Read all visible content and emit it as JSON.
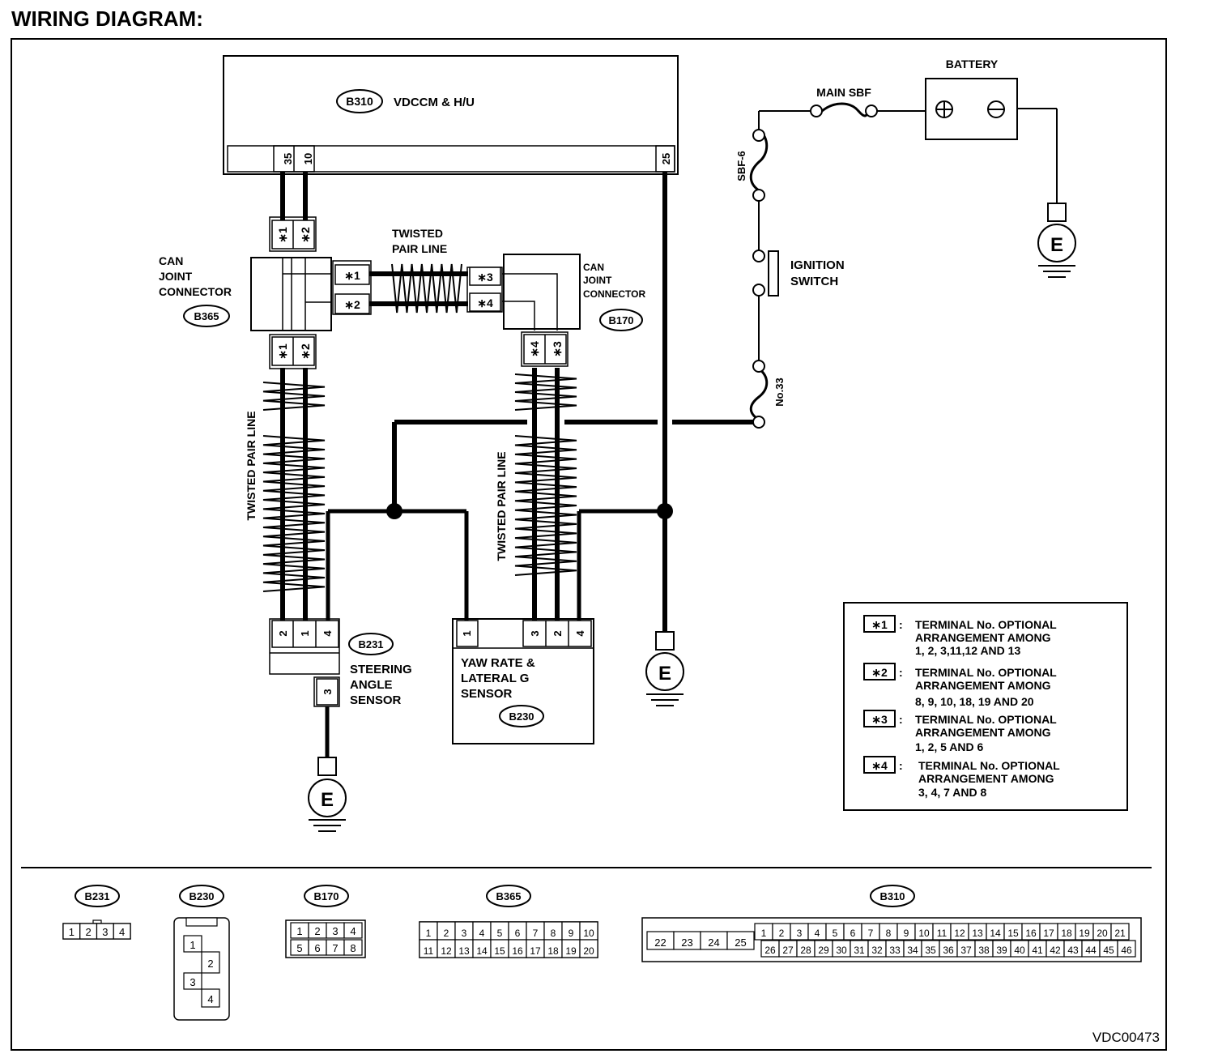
{
  "title": "WIRING DIAGRAM:",
  "figure_code": "VDC00473",
  "ground_symbol": "E",
  "star": "∗",
  "modules": {
    "b310": {
      "id": "B310",
      "name": "VDCCM & H/U",
      "pins": [
        "35",
        "10",
        "25"
      ]
    },
    "b365": {
      "id": "B365",
      "name_lines": [
        "CAN",
        "JOINT",
        "CONNECTOR"
      ],
      "pins": [
        "∗1",
        "∗2"
      ]
    },
    "b170": {
      "id": "B170",
      "name_lines": [
        "CAN",
        "JOINT",
        "CONNECTOR"
      ],
      "pins": [
        "∗3",
        "∗4"
      ]
    },
    "b231": {
      "id": "B231",
      "name_lines": [
        "STEERING",
        "ANGLE",
        "SENSOR"
      ],
      "pins": [
        "2",
        "1",
        "4",
        "3"
      ]
    },
    "b230": {
      "id": "B230",
      "name_lines": [
        "YAW RATE &",
        "LATERAL G",
        "SENSOR"
      ],
      "pins": [
        "1",
        "3",
        "2",
        "4"
      ]
    }
  },
  "twisted_pair_label": "TWISTED PAIR LINE",
  "twisted_pair_top_lines": [
    "TWISTED",
    "PAIR LINE"
  ],
  "power": {
    "battery": "BATTERY",
    "main_sbf": "MAIN SBF",
    "sbf6": "SBF-6",
    "ignition_lines": [
      "IGNITION",
      "SWITCH"
    ],
    "fuse33": "No.33"
  },
  "legend": [
    {
      "key": "∗1",
      "lines": [
        "TERMINAL No. OPTIONAL",
        "ARRANGEMENT AMONG",
        "1, 2, 3,11,12 AND 13"
      ]
    },
    {
      "key": "∗2",
      "lines": [
        "TERMINAL No. OPTIONAL",
        "ARRANGEMENT AMONG",
        "8, 9, 10, 18, 19 AND 20"
      ]
    },
    {
      "key": "∗3",
      "lines": [
        "TERMINAL No. OPTIONAL",
        "ARRANGEMENT AMONG",
        "1, 2, 5  AND 6"
      ]
    },
    {
      "key": "∗4",
      "lines": [
        "TERMINAL No. OPTIONAL",
        "ARRANGEMENT AMONG",
        "3, 4, 7 AND 8"
      ]
    }
  ],
  "connectors": {
    "b231": {
      "id": "B231",
      "pins": [
        "1",
        "2",
        "3",
        "4"
      ]
    },
    "b230": {
      "id": "B230",
      "pins": [
        "1",
        "2",
        "3",
        "4"
      ]
    },
    "b170": {
      "id": "B170",
      "row1": [
        "1",
        "2",
        "3",
        "4"
      ],
      "row2": [
        "5",
        "6",
        "7",
        "8"
      ]
    },
    "b365": {
      "id": "B365",
      "row1": [
        "1",
        "2",
        "3",
        "4",
        "5",
        "6",
        "7",
        "8",
        "9",
        "10"
      ],
      "row2": [
        "11",
        "12",
        "13",
        "14",
        "15",
        "16",
        "17",
        "18",
        "19",
        "20"
      ]
    },
    "b310": {
      "id": "B310",
      "left": [
        "22",
        "23",
        "24",
        "25"
      ],
      "row1": [
        "1",
        "2",
        "3",
        "4",
        "5",
        "6",
        "7",
        "8",
        "9",
        "10",
        "11",
        "12",
        "13",
        "14",
        "15",
        "16",
        "17",
        "18",
        "19",
        "20",
        "21"
      ],
      "row2": [
        "26",
        "27",
        "28",
        "29",
        "30",
        "31",
        "32",
        "33",
        "34",
        "35",
        "36",
        "37",
        "38",
        "39",
        "40",
        "41",
        "42",
        "43",
        "44",
        "45",
        "46"
      ]
    }
  }
}
